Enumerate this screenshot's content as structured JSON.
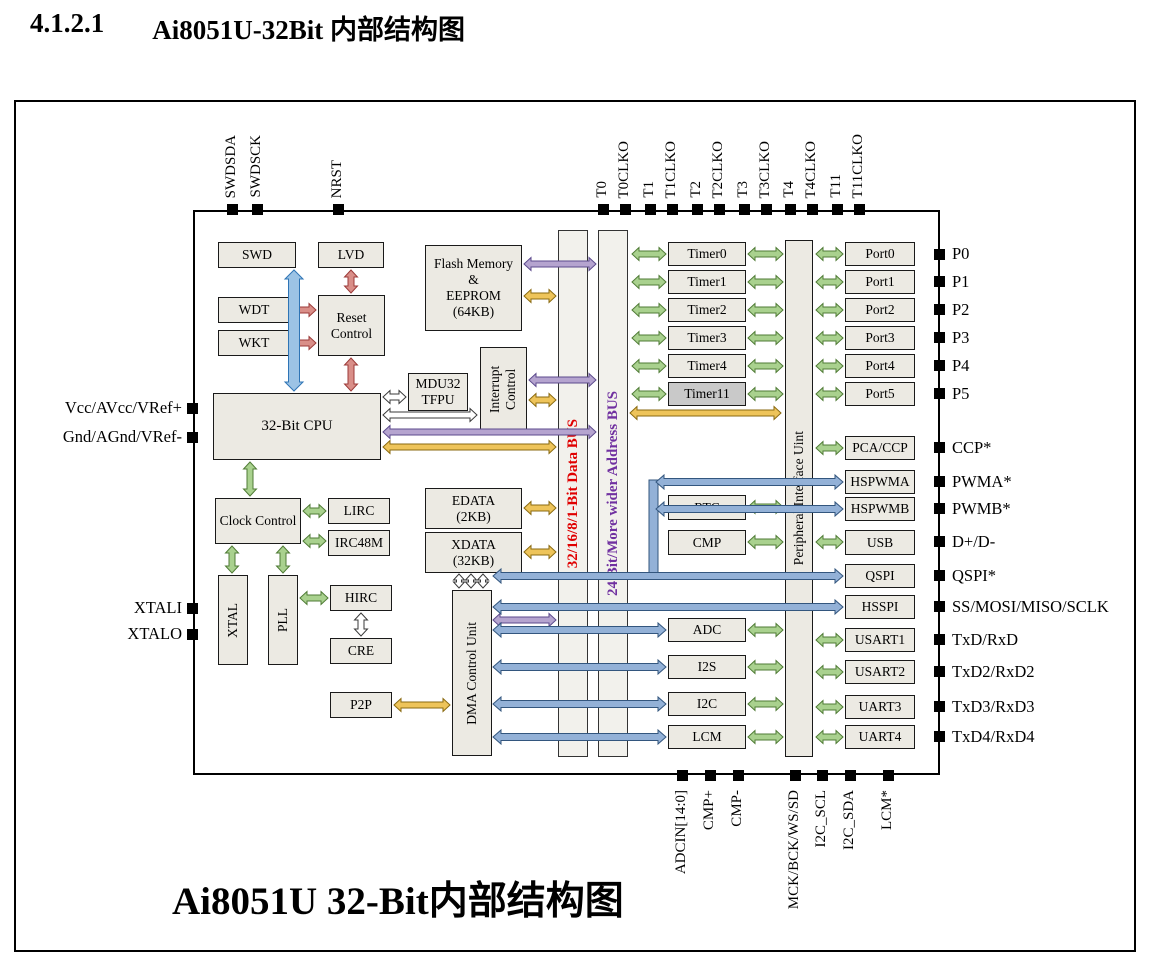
{
  "page": {
    "section_number": "4.1.2.1",
    "section_title": "Ai8051U-32Bit 内部结构图",
    "caption": "Ai8051U 32-Bit内部结构图"
  },
  "buses": {
    "data_bus": "32/16/8/1-Bit Data BUS",
    "address_bus": "24 Bit/More wider Address BUS"
  },
  "pins": {
    "top": [
      "SWDSDA",
      "SWDSCK",
      "NRST",
      "T0",
      "T0CLKO",
      "T1",
      "T1CLKO",
      "T2",
      "T2CLKO",
      "T3",
      "T3CLKO",
      "T4",
      "T4CLKO",
      "T11",
      "T11CLKO"
    ],
    "left": [
      "Vcc/AVcc/VRef+",
      "Gnd/AGnd/VRef-",
      "XTALI",
      "XTALO"
    ],
    "right": [
      "P0",
      "P1",
      "P2",
      "P3",
      "P4",
      "P5",
      "CCP*",
      "PWMA*",
      "PWMB*",
      "D+/D-",
      "QSPI*",
      "SS/MOSI/MISO/SCLK",
      "TxD/RxD",
      "TxD2/RxD2",
      "TxD3/RxD3",
      "TxD4/RxD4"
    ],
    "bottom": [
      "ADCIN[14:0]",
      "CMP+",
      "CMP-",
      "MCK/BCK/WS/SD",
      "I2C_SCL",
      "I2C_SDA",
      "LCM*"
    ]
  },
  "blocks": {
    "swd": "SWD",
    "lvd": "LVD",
    "wdt": "WDT",
    "wkt": "WKT",
    "reset": "Reset\nControl",
    "cpu": "32-Bit CPU",
    "mdu32": "MDU32\nTFPU",
    "interrupt": "Interrupt Control",
    "flash": "Flash Memory\n&\nEEPROM\n(64KB)",
    "clock": "Clock Control",
    "lirc": "LIRC",
    "irc48m": "IRC48M",
    "xtal": "XTAL",
    "pll": "PLL",
    "hirc": "HIRC",
    "cre": "CRE",
    "p2p": "P2P",
    "edata": "EDATA\n(2KB)",
    "xdata": "XDATA\n(32KB)",
    "dma": "DMA Control Unit",
    "timer0": "Timer0",
    "timer1": "Timer1",
    "timer2": "Timer2",
    "timer3": "Timer3",
    "timer4": "Timer4",
    "timer11": "Timer11",
    "rtc": "RTC",
    "cmp": "CMP",
    "adc": "ADC",
    "i2s": "I2S",
    "i2c": "I2C",
    "lcm": "LCM",
    "piu": "Peripheral Interface Uint",
    "port0": "Port0",
    "port1": "Port1",
    "port2": "Port2",
    "port3": "Port3",
    "port4": "Port4",
    "port5": "Port5",
    "pca_ccp": "PCA/CCP",
    "hspwma": "HSPWMA",
    "hspwmb": "HSPWMB",
    "usb": "USB",
    "qspi": "QSPI",
    "hsspi": "HSSPI",
    "usart1": "USART1",
    "usart2": "USART2",
    "uart3": "UART3",
    "uart4": "UART4"
  },
  "colors": {
    "data_bus_label": "#e00000",
    "address_bus_label": "#7030a0",
    "arrow_green": "#a9d18e",
    "arrow_yellow": "#eec45a",
    "arrow_purple": "#b5a4cf",
    "arrow_red": "#d98e88",
    "arrow_blue": "#93b1d7",
    "arrow_steel_blue": "#9cc3e5",
    "arrow_white": "#ffffff",
    "block_fill": "#eceae3",
    "timer11_fill": "#c9c9c9"
  }
}
